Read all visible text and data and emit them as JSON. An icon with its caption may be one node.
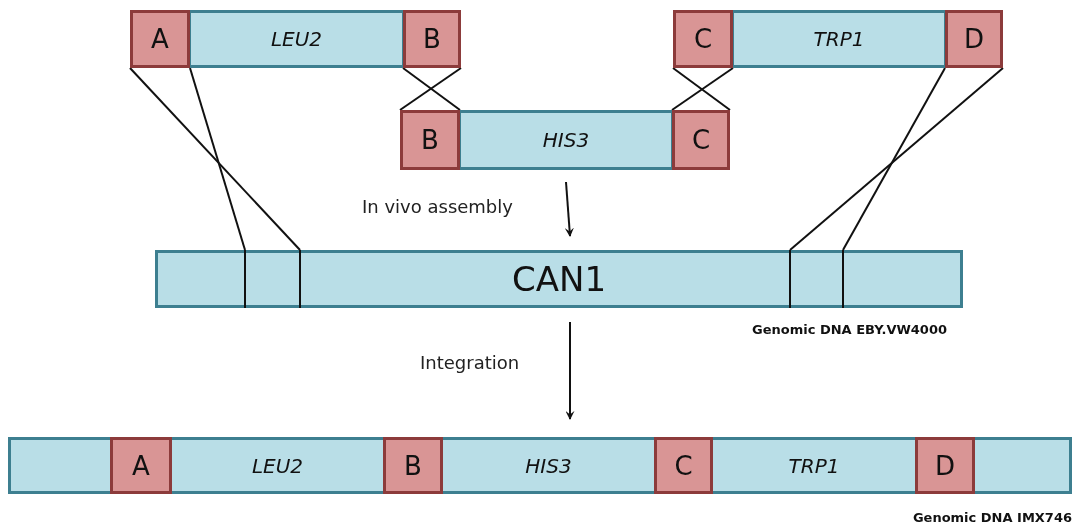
{
  "diagram": {
    "nodes": [
      {
        "text": [
          "A"
        ]
      },
      {
        "text": [
          "LEU2"
        ]
      },
      {
        "text": [
          "B"
        ]
      },
      {
        "text": [
          "C"
        ]
      },
      {
        "text": [
          "TRP1"
        ]
      },
      {
        "text": [
          "D"
        ]
      },
      {
        "text": [
          "B"
        ]
      },
      {
        "text": [
          "HIS3"
        ]
      },
      {
        "text": [
          "C"
        ]
      },
      {
        "text": [
          "CAN1"
        ],
        "beside": [
          "Genomic DNA EBY.VW4000"
        ]
      },
      {
        "text": [],
        "shape": "bar",
        "beside": [
          "Genomic DNA IMX746"
        ]
      },
      {
        "text": [
          "A"
        ],
        "in": 10
      },
      {
        "text": [
          "LEU2"
        ],
        "in": 10
      },
      {
        "text": [
          "B"
        ],
        "in": 10
      },
      {
        "text": [
          "HIS3"
        ],
        "in": 10
      },
      {
        "text": [
          "C"
        ],
        "in": 10
      },
      {
        "text": [
          "TRP1"
        ],
        "in": 10
      },
      {
        "text": [
          "D"
        ],
        "in": 10
      }
    ],
    "edges": [
      {
        "from": 0,
        "to": 9,
        "arrow": "none"
      },
      {
        "from": 0,
        "to": 9,
        "arrow": "none"
      },
      {
        "from": 2,
        "to": 6,
        "arrow": "none"
      },
      {
        "from": 2,
        "to": 6,
        "arrow": "none"
      },
      {
        "from": 8,
        "to": 3,
        "arrow": "none"
      },
      {
        "from": 8,
        "to": 3,
        "arrow": "none"
      },
      {
        "from": 5,
        "to": 9,
        "arrow": "none"
      },
      {
        "from": 5,
        "to": 9,
        "arrow": "none"
      },
      {
        "from": 7,
        "to": 9,
        "arrow": "to",
        "label": "In vivo assembly"
      },
      {
        "from": 9,
        "to": 10,
        "arrow": "to",
        "label": "Integration"
      }
    ]
  }
}
